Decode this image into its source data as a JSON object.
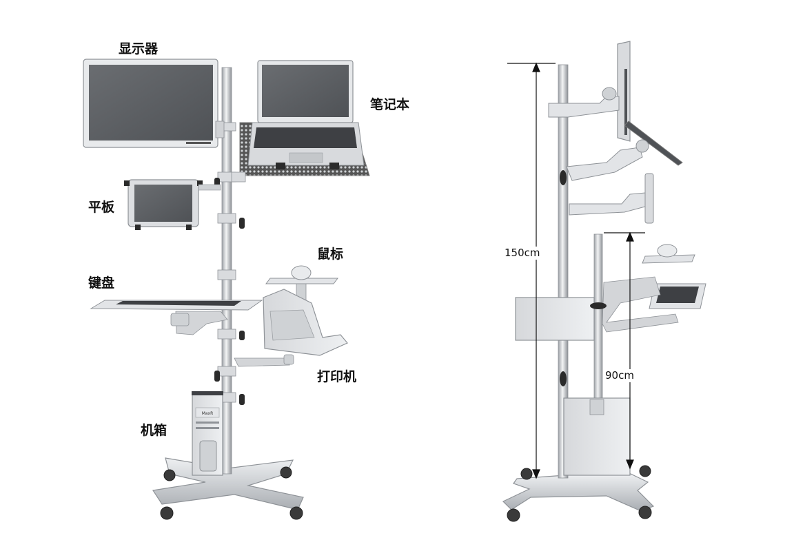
{
  "labels": {
    "monitor": "显示器",
    "laptop": "笔记本",
    "tablet": "平板",
    "mouse": "鼠标",
    "keyboard": "键盘",
    "printer": "打印机",
    "pc_case": "机箱"
  },
  "dimensions": {
    "total_height": "150cm",
    "tray_height": "90cm"
  },
  "case_badge": "MaxR",
  "colors": {
    "metal": "#c9ccd0",
    "metal_dark": "#8e9297",
    "screen": "#5f6266",
    "knob": "#2b2b2b",
    "dim_line": "#111111"
  },
  "icons": [
    "rolling-cart-icon",
    "caster-wheel-icon",
    "clamp-knob-icon",
    "monitor-icon",
    "laptop-icon",
    "tablet-icon",
    "keyboard-icon",
    "mouse-icon",
    "printer-icon",
    "pc-case-icon"
  ]
}
